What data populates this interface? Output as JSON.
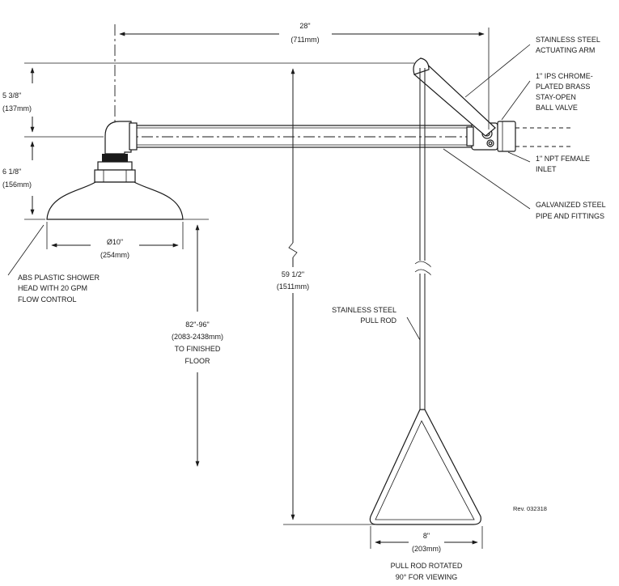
{
  "dimensions": {
    "width": {
      "imperial": "28\"",
      "metric": "(711mm)"
    },
    "arm_height": {
      "imperial": "5 3/8\"",
      "metric": "(137mm)"
    },
    "head_height": {
      "imperial": "6 1/8\"",
      "metric": "(156mm)"
    },
    "head_diameter": {
      "imperial": "Ø10\"",
      "metric": "(254mm)"
    },
    "rod_length": {
      "imperial": "59 1/2\"",
      "metric": "(1511mm)"
    },
    "floor_height": {
      "imperial": "82\"-96\"",
      "metric": "(2083-2438mm)",
      "line3": "TO FINISHED",
      "line4": "FLOOR"
    },
    "handle_width": {
      "imperial": "8\"",
      "metric": "(203mm)"
    }
  },
  "callouts": {
    "actuating_arm": [
      "STAINLESS STEEL",
      "ACTUATING ARM"
    ],
    "ball_valve": [
      "1\" IPS CHROME-",
      "PLATED BRASS",
      "STAY-OPEN",
      "BALL VALVE"
    ],
    "inlet": [
      "1\" NPT FEMALE",
      "INLET"
    ],
    "pipe": [
      "GALVANIZED STEEL",
      "PIPE AND FITTINGS"
    ],
    "shower_head": [
      "ABS PLASTIC SHOWER",
      "HEAD WITH 20 GPM",
      "FLOW CONTROL"
    ],
    "pull_rod": [
      "STAINLESS STEEL",
      "PULL ROD"
    ],
    "rotated_note": [
      "PULL ROD ROTATED",
      "90° FOR VIEWING"
    ]
  },
  "revision": "Rev. 032318"
}
